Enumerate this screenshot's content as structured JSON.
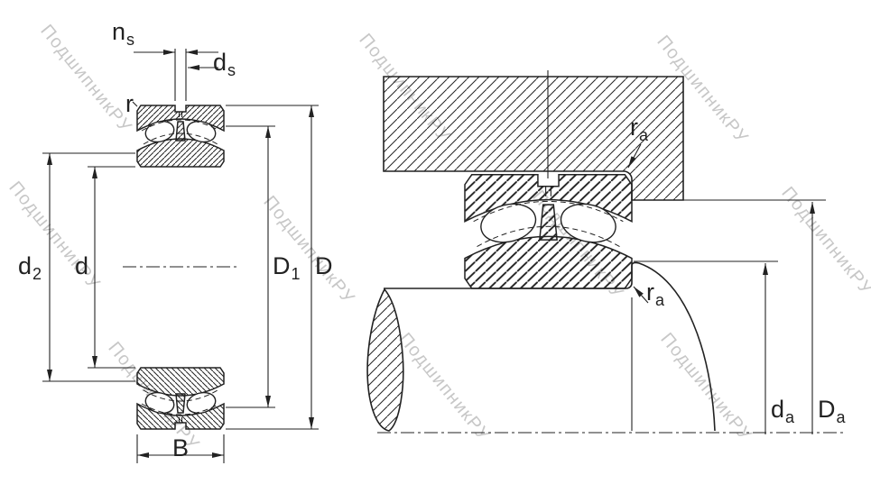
{
  "watermark": {
    "text": "ПодшипникРУ"
  },
  "colors": {
    "line": "#222222",
    "watermark": "#c7c7c7",
    "background": "#ffffff"
  },
  "left_view": {
    "labels": {
      "ns": {
        "main": "n",
        "sub": "s"
      },
      "ds": {
        "main": "d",
        "sub": "s"
      },
      "r": {
        "main": "r",
        "sub": ""
      },
      "d2": {
        "main": "d",
        "sub": "2"
      },
      "d": {
        "main": "d",
        "sub": ""
      },
      "D1": {
        "main": "D",
        "sub": "1"
      },
      "D": {
        "main": "D",
        "sub": ""
      },
      "B": {
        "main": "B",
        "sub": ""
      }
    }
  },
  "right_view": {
    "labels": {
      "ra_top": {
        "main": "r",
        "sub": "a"
      },
      "ra_bottom": {
        "main": "r",
        "sub": "a"
      },
      "da": {
        "main": "d",
        "sub": "a"
      },
      "Da": {
        "main": "D",
        "sub": "a"
      }
    }
  }
}
